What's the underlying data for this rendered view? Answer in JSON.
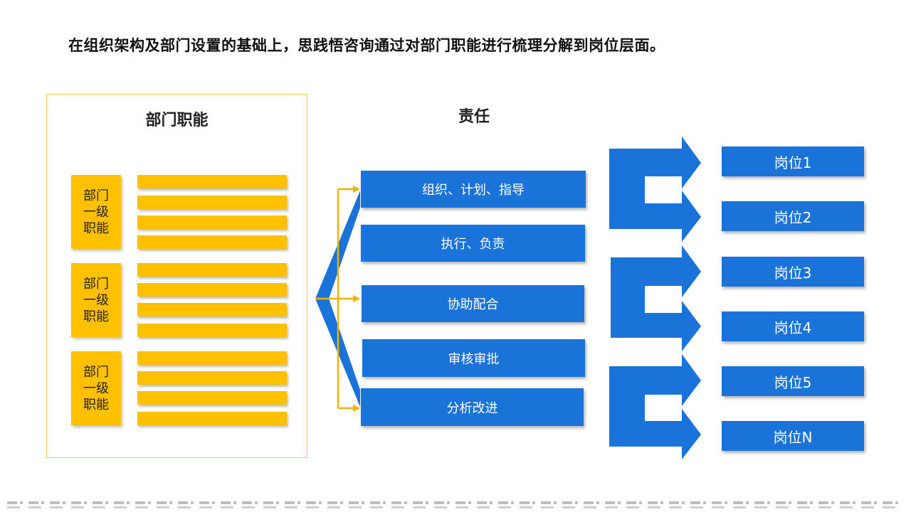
{
  "headline": "在组织架构及部门设置的基础上，思践悟咨询通过对部门职能进行梳理分解到岗位层面。",
  "functions": {
    "title": "部门职能",
    "groups": [
      {
        "label": "部门\n一级\n职能"
      },
      {
        "label": "部门\n一级\n职能"
      },
      {
        "label": "部门\n一级\n职能"
      }
    ]
  },
  "responsibilities": {
    "title": "责任",
    "items": [
      "组织、计划、指导",
      "执行、负责",
      "协助配合",
      "审核审批",
      "分析改进"
    ]
  },
  "posts": [
    "岗位1",
    "岗位2",
    "岗位3",
    "岗位4",
    "岗位5",
    "岗位N"
  ],
  "colors": {
    "primary_blue": "#1a73d9",
    "accent_yellow": "#ffc000",
    "panel_border": "#f2c94c"
  }
}
